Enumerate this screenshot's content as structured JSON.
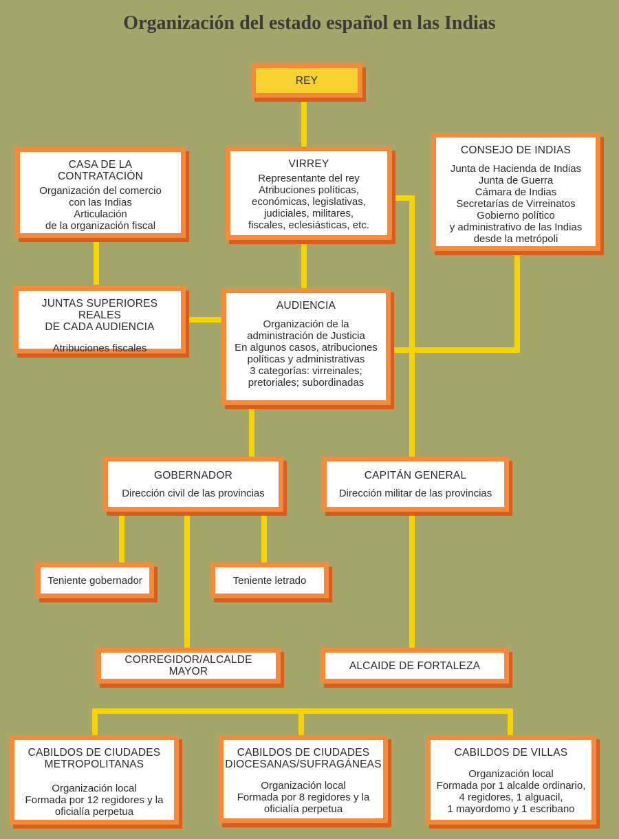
{
  "title": "Organización del estado español en las Indias",
  "rey": {
    "label": "REY"
  },
  "casa": {
    "head": "CASA DE LA CONTRATACIÓN",
    "body": "Organización del comercio\ncon las Indias\nArticulación\nde la organización fiscal"
  },
  "virrey": {
    "head": "VIRREY",
    "body": "Representante del rey\nAtribuciones políticas,\neconómicas, legislativas,\njudiciales, militares,\nfiscales, eclesiásticas, etc."
  },
  "consejo": {
    "head": "CONSEJO DE INDIAS",
    "body": "Junta de Hacienda de Indias\nJunta de Guerra\nCámara de Indias\nSecretarías de Virreinatos\nGobierno político\ny administrativo de las Indias\ndesde la metrópoli"
  },
  "juntas": {
    "head": "JUNTAS SUPERIORES REALES\nDE CADA AUDIENCIA",
    "body": "Atribuciones fiscales"
  },
  "audiencia": {
    "head": "AUDIENCIA",
    "body": "Organización de la\nadministración de Justicia\nEn algunos casos, atribuciones\npolíticas y administrativas\n3 categorías: virreinales;\npretoriales; subordinadas"
  },
  "gobernador": {
    "head": "GOBERNADOR",
    "body": "Dirección civil de las provincias"
  },
  "capitan": {
    "head": "CAPITÁN GENERAL",
    "body": "Dirección militar de las provincias"
  },
  "teniente_gob": {
    "label": "Teniente gobernador"
  },
  "teniente_let": {
    "label": "Teniente letrado"
  },
  "corregidor": {
    "label": "CORREGIDOR/ALCALDE MAYOR"
  },
  "alcaide": {
    "label": "ALCAIDE DE FORTALEZA"
  },
  "cab_metro": {
    "head": "CABILDOS DE CIUDADES\nMETROPOLITANAS",
    "body": "Organización local\nFormada por 12 regidores y la\noficialía perpetua"
  },
  "cab_dioc": {
    "head": "CABILDOS DE CIUDADES\nDIOCESANAS/SUFRAGÁNEAS",
    "body": "Organización local\nFormada por 8 regidores y la\noficialía perpetua"
  },
  "cab_villas": {
    "head": "CABILDOS DE VILLAS",
    "body": "Organización local\nFormada por 1 alcalde ordinario,\n4 regidores, 1 alguacil,\n1 mayordomo y 1 escribano"
  },
  "colors": {
    "background": "#a3a66a",
    "connector": "#f7d400",
    "box_border": "#f58a3a",
    "box_shadow": "#d95e1c",
    "rey_fill": "#f7d12e"
  }
}
